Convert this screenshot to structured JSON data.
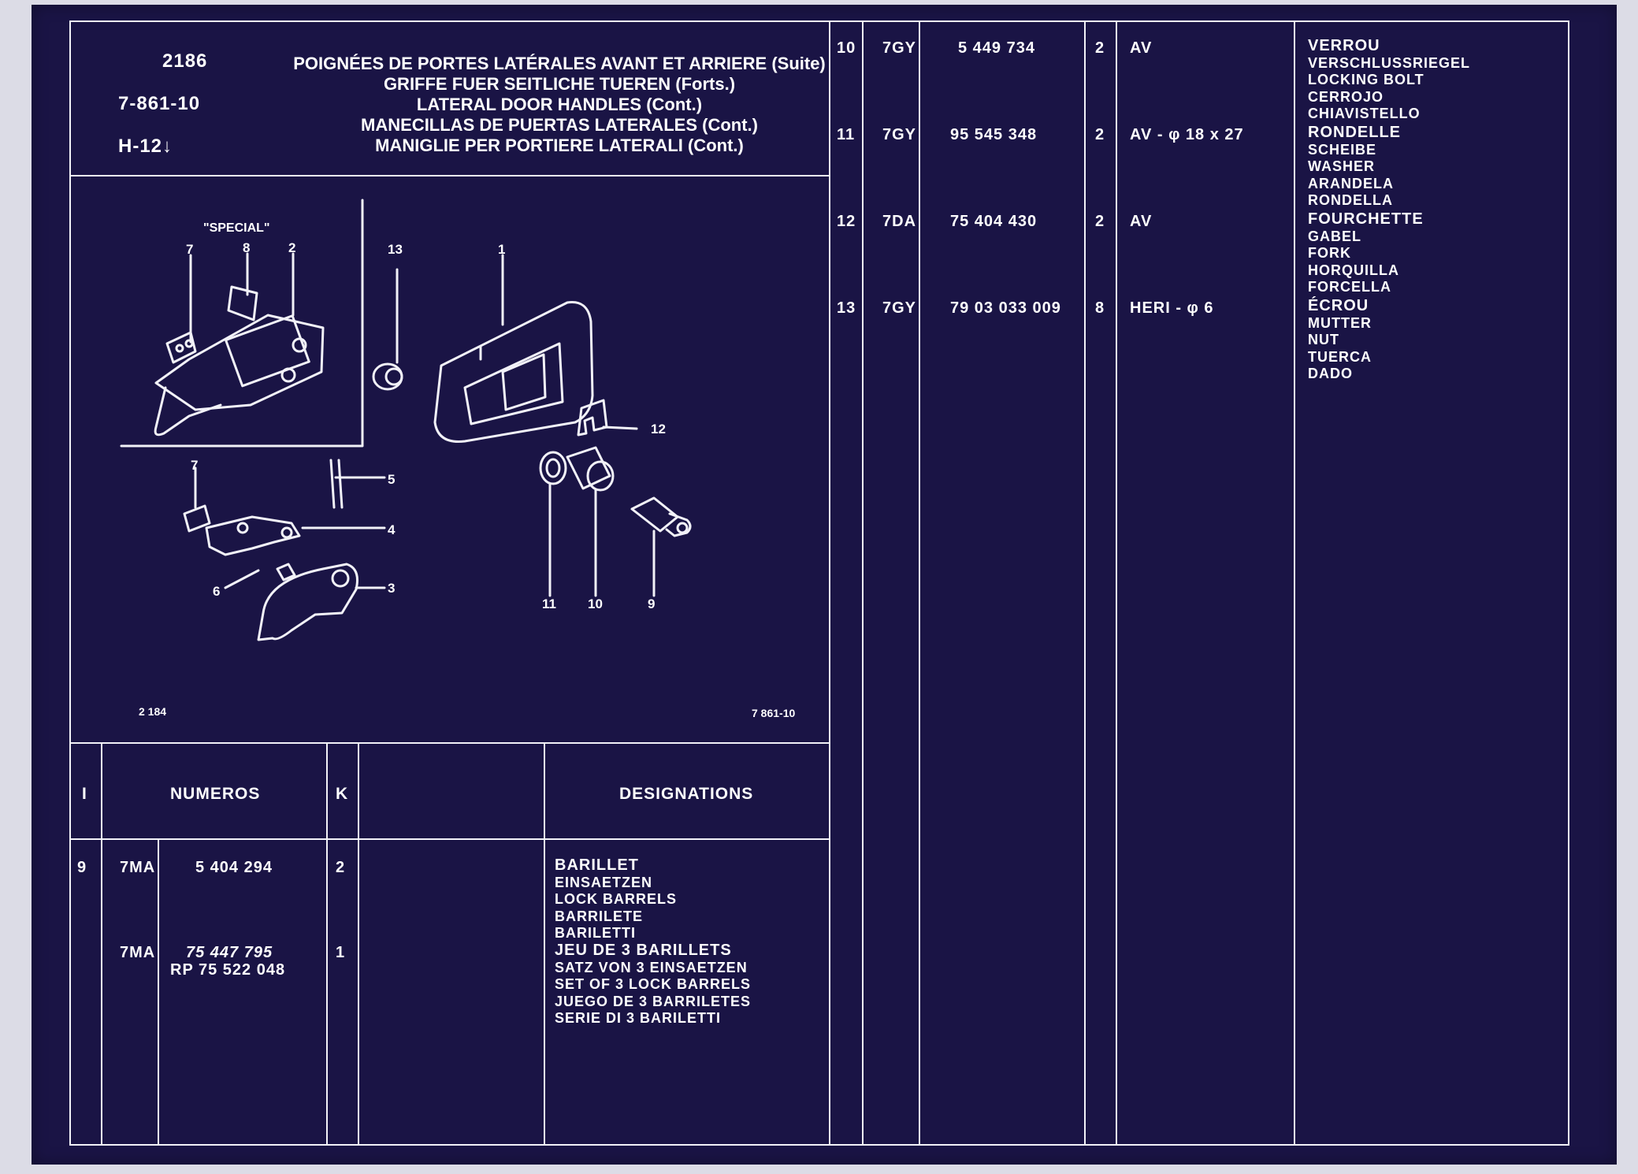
{
  "header": {
    "group_code": "2186",
    "ref_code": "7-861-10",
    "h_code": "H-12↓",
    "titles": [
      "POIGNÉES DE PORTES LATÉRALES AVANT ET ARRIERE (Suite)",
      "GRIFFE FUER SEITLICHE TUEREN (Forts.)",
      "LATERAL DOOR HANDLES (Cont.)",
      "MANECILLAS DE PUERTAS LATERALES (Cont.)",
      "MANIGLIE PER PORTIERE LATERALI (Cont.)"
    ]
  },
  "diagram": {
    "special_label": "\"SPECIAL\"",
    "left_ref": "2 184",
    "right_ref": "7 861-10",
    "callouts": [
      "7",
      "8",
      "2",
      "13",
      "1",
      "12",
      "7",
      "5",
      "4",
      "6",
      "3",
      "11",
      "10",
      "9"
    ]
  },
  "columns": {
    "index": "I",
    "numbers": "NUMEROS",
    "qty": "K",
    "designations": "DESIGNATIONS"
  },
  "left_rows": [
    {
      "index": "9",
      "code": "7MA",
      "number": "5 404 294",
      "qty": "2",
      "names": [
        "BARILLET",
        "EINSAETZEN",
        "LOCK BARRELS",
        "BARRILETE",
        "BARILETTI"
      ]
    },
    {
      "index": "",
      "code": "7MA",
      "number": "75 447 795",
      "number2": "RP 75 522 048",
      "qty": "1",
      "names": [
        "JEU DE 3 BARILLETS",
        "SATZ VON 3 EINSAETZEN",
        "SET OF 3 LOCK BARRELS",
        "JUEGO DE 3 BARRILETES",
        "SERIE DI 3 BARILETTI"
      ]
    }
  ],
  "right_rows": [
    {
      "index": "10",
      "code": "7GY",
      "number": "5 449 734",
      "qty": "2",
      "remark": "AV",
      "names": [
        "VERROU",
        "VERSCHLUSSRIEGEL",
        "LOCKING BOLT",
        "CERROJO",
        "CHIAVISTELLO"
      ]
    },
    {
      "index": "11",
      "code": "7GY",
      "number": "95 545 348",
      "qty": "2",
      "remark": "AV - φ 18 x 27",
      "names": [
        "RONDELLE",
        "SCHEIBE",
        "WASHER",
        "ARANDELA",
        "RONDELLA"
      ]
    },
    {
      "index": "12",
      "code": "7DA",
      "number": "75 404 430",
      "qty": "2",
      "remark": "AV",
      "names": [
        "FOURCHETTE",
        "GABEL",
        "FORK",
        "HORQUILLA",
        "FORCELLA"
      ]
    },
    {
      "index": "13",
      "code": "7GY",
      "number": "79 03 033 009",
      "qty": "8",
      "remark": "HERI - φ 6",
      "names": [
        "ÉCROU",
        "MUTTER",
        "NUT",
        "TUERCA",
        "DADO"
      ]
    }
  ],
  "colors": {
    "background": "#1a1445",
    "ink": "#ffffff"
  }
}
